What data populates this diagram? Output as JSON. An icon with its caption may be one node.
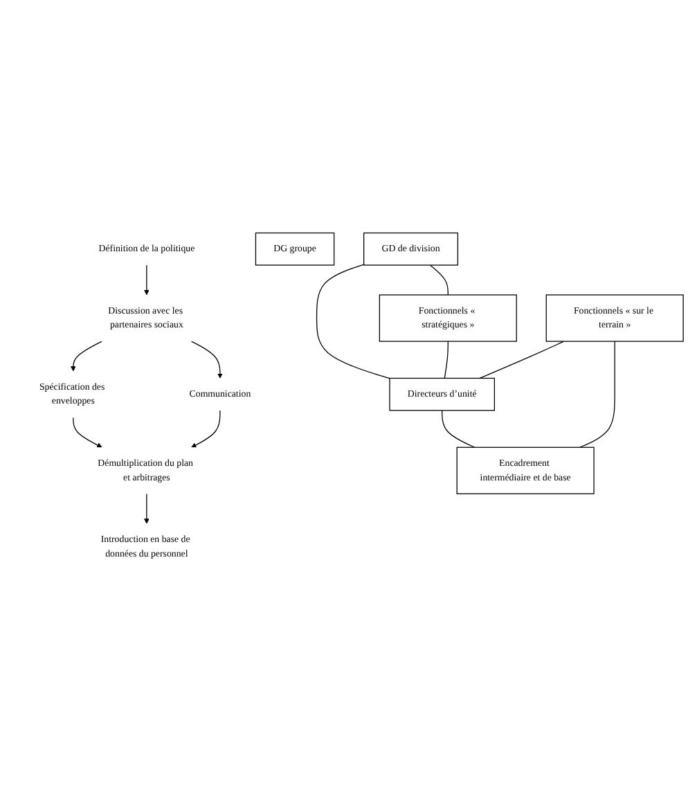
{
  "diagram": {
    "nodes": [
      {
        "text": [
          "Définition de la politique"
        ]
      },
      {
        "text": [
          "Discussion avec les partenaires sociaux"
        ]
      },
      {
        "text": [
          "Spécification des enveloppes"
        ]
      },
      {
        "text": [
          "Communication"
        ]
      },
      {
        "text": [
          "Démultiplication du plan et arbitrages"
        ]
      },
      {
        "text": [
          "Introduction en base de données du personnel"
        ]
      },
      {
        "text": [
          "DG groupe"
        ]
      },
      {
        "text": [
          "GD de division"
        ]
      },
      {
        "text": [
          "Fonctionnels « stratégiques »"
        ]
      },
      {
        "text": [
          "Directeurs d’unité"
        ]
      },
      {
        "text": [
          "Fonctionnels « sur le terrain »"
        ]
      },
      {
        "text": [
          "Encadrement intermédiaire et de base"
        ]
      }
    ],
    "edges": [
      {
        "from": 0,
        "to": 1,
        "arrow": "to"
      },
      {
        "from": 1,
        "to": 2,
        "arrow": "to"
      },
      {
        "from": 1,
        "to": 3,
        "arrow": "to"
      },
      {
        "from": 2,
        "to": 4,
        "arrow": "to"
      },
      {
        "from": 3,
        "to": 4,
        "arrow": "to"
      },
      {
        "from": 4,
        "to": 5,
        "arrow": "to"
      },
      {
        "from": 7,
        "to": 8,
        "arrow": "none"
      },
      {
        "from": 7,
        "to": 9,
        "arrow": "none"
      },
      {
        "from": 8,
        "to": 9,
        "arrow": "none"
      },
      {
        "from": 10,
        "to": 9,
        "arrow": "none"
      },
      {
        "from": 9,
        "to": 11,
        "arrow": "none"
      },
      {
        "from": 10,
        "to": 11,
        "arrow": "none"
      }
    ]
  }
}
